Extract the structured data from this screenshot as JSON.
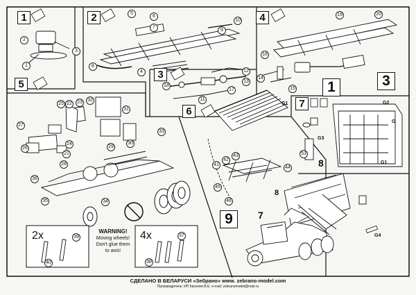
{
  "steps": [
    {
      "id": "1",
      "label": "1"
    },
    {
      "id": "2",
      "label": "2"
    },
    {
      "id": "3",
      "label": "3"
    },
    {
      "id": "4",
      "label": "4"
    },
    {
      "id": "5",
      "label": "5"
    },
    {
      "id": "6",
      "label": "6"
    },
    {
      "id": "7",
      "label": "7"
    },
    {
      "id": "8",
      "label": "8"
    },
    {
      "id": "9",
      "label": "9"
    }
  ],
  "callouts": [
    "2",
    "3",
    "1",
    "5",
    "6",
    "7",
    "8",
    "4",
    "9",
    "10",
    "11",
    "12",
    "13",
    "14",
    "15",
    "16",
    "17",
    "18",
    "19",
    "20",
    "21",
    "22",
    "23",
    "24",
    "25",
    "26",
    "27",
    "28",
    "29",
    "30",
    "31",
    "32",
    "33",
    "34",
    "35",
    "36",
    "37",
    "38",
    "39",
    "40",
    "41",
    "42",
    "43",
    "44",
    "45",
    "46",
    "53"
  ],
  "tags": {
    "g1": "G1",
    "g2": "G2",
    "g3": "G3",
    "g4": "G4",
    "g": "G",
    "g1b": "G1"
  },
  "inset_marks": {
    "big1": "1",
    "big3": "3",
    "sub7": "7",
    "sub8": "8",
    "sub8b": "8"
  },
  "multipliers": {
    "left": "2x",
    "right": "4x"
  },
  "warning": {
    "title": "WARNING!",
    "line1": "Moving wheels!",
    "line2": "Don't glue them",
    "line3": "to axis!"
  },
  "footer": {
    "line1": "СДЕЛАНО В БЕЛАРУСИ «Зебрано» www. zebrano-model.com",
    "line2": "Производитель: ИП Киселев В.Е. e-mail: zebranomodel@mail.ru"
  }
}
